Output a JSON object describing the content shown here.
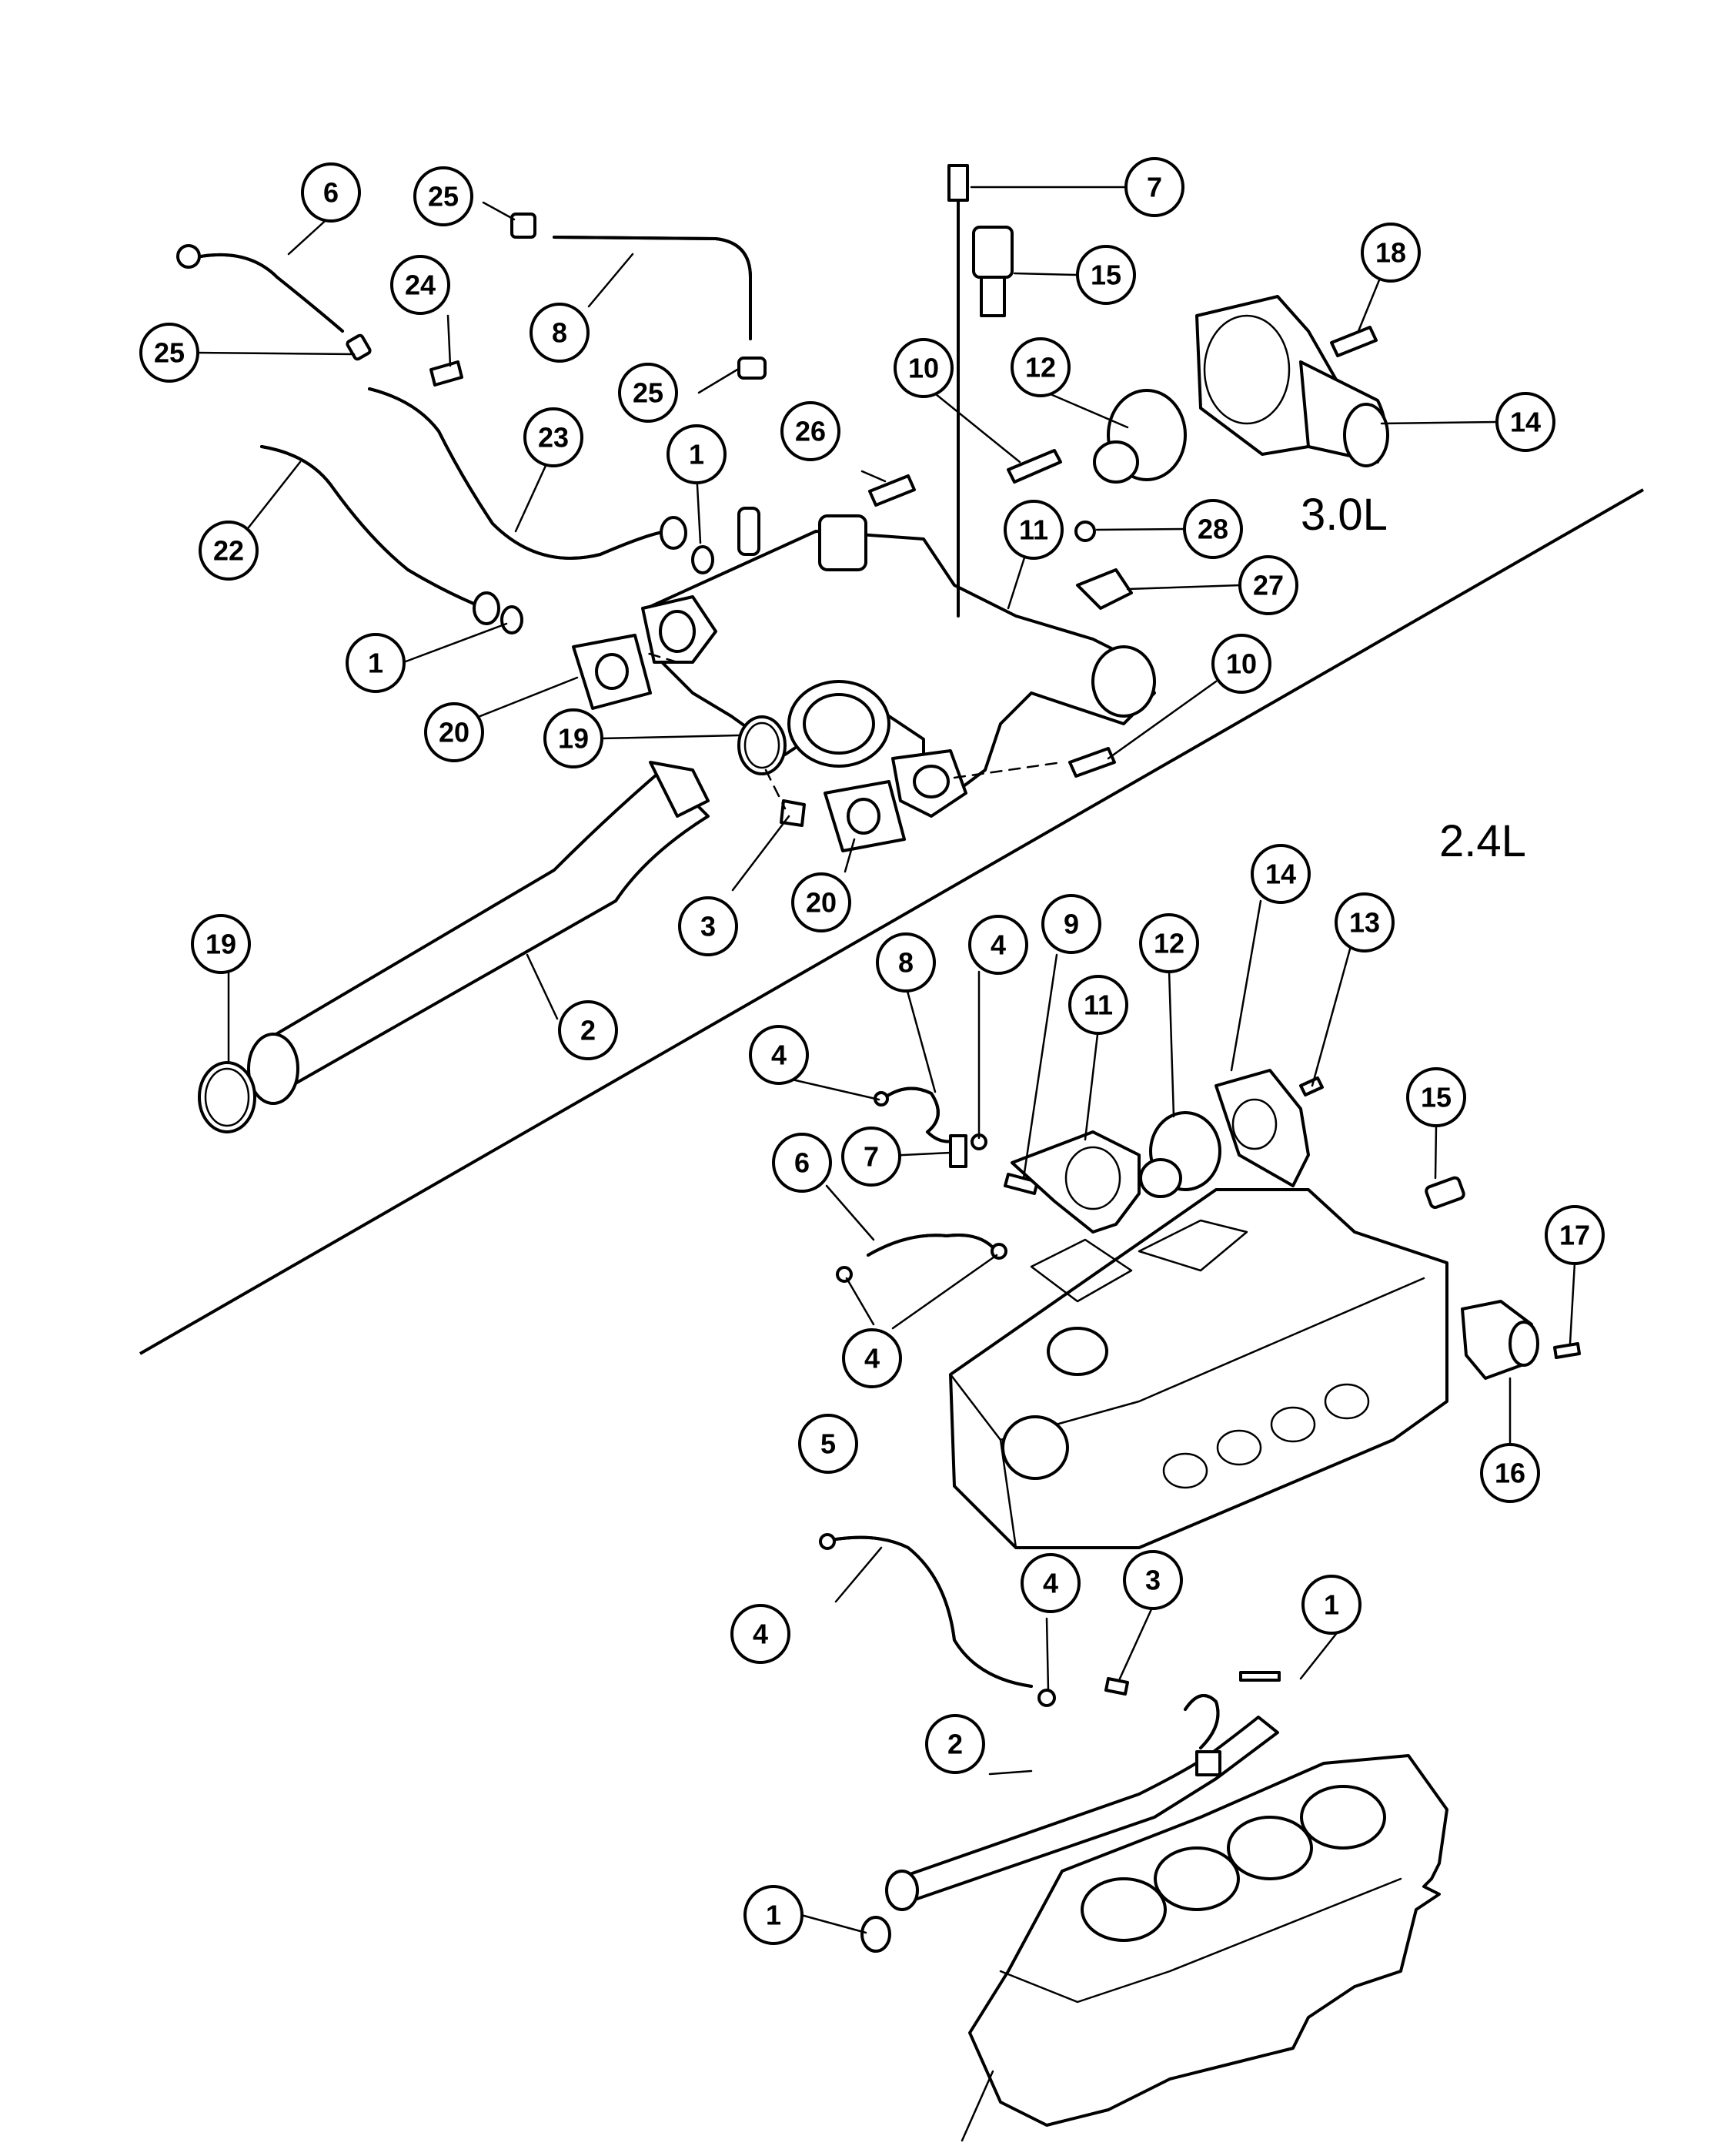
{
  "engines": [
    {
      "key": "v6",
      "label": "3.0L"
    },
    {
      "key": "i4",
      "label": "2.4L"
    }
  ],
  "callouts": {
    "c1_v6_a": "1",
    "c1_v6_b": "1",
    "c2_v6": "2",
    "c3_v6": "3",
    "c6_v6": "6",
    "c7_v6": "7",
    "c8_v6": "8",
    "c10_v6_a": "10",
    "c10_v6_b": "10",
    "c11_v6": "11",
    "c12_v6": "12",
    "c14_v6": "14",
    "c15_v6": "15",
    "c18_v6": "18",
    "c19_v6_a": "19",
    "c19_v6_b": "19",
    "c20_v6_a": "20",
    "c20_v6_b": "20",
    "c22_v6": "22",
    "c23_v6": "23",
    "c24_v6": "24",
    "c25_v6_a": "25",
    "c25_v6_b": "25",
    "c25_v6_c": "25",
    "c26_v6": "26",
    "c27_v6": "27",
    "c28_v6": "28",
    "c1_i4_a": "1",
    "c1_i4_b": "1",
    "c2_i4": "2",
    "c3_i4": "3",
    "c4_i4_a": "4",
    "c4_i4_b": "4",
    "c4_i4_c": "4",
    "c4_i4_d": "4",
    "c4_i4_e": "4",
    "c5_i4": "5",
    "c6_i4": "6",
    "c7_i4": "7",
    "c8_i4": "8",
    "c9_i4": "9",
    "c11_i4": "11",
    "c12_i4": "12",
    "c13_i4": "13",
    "c14_i4": "14",
    "c15_i4": "15",
    "c16_i4": "16",
    "c17_i4": "17"
  }
}
